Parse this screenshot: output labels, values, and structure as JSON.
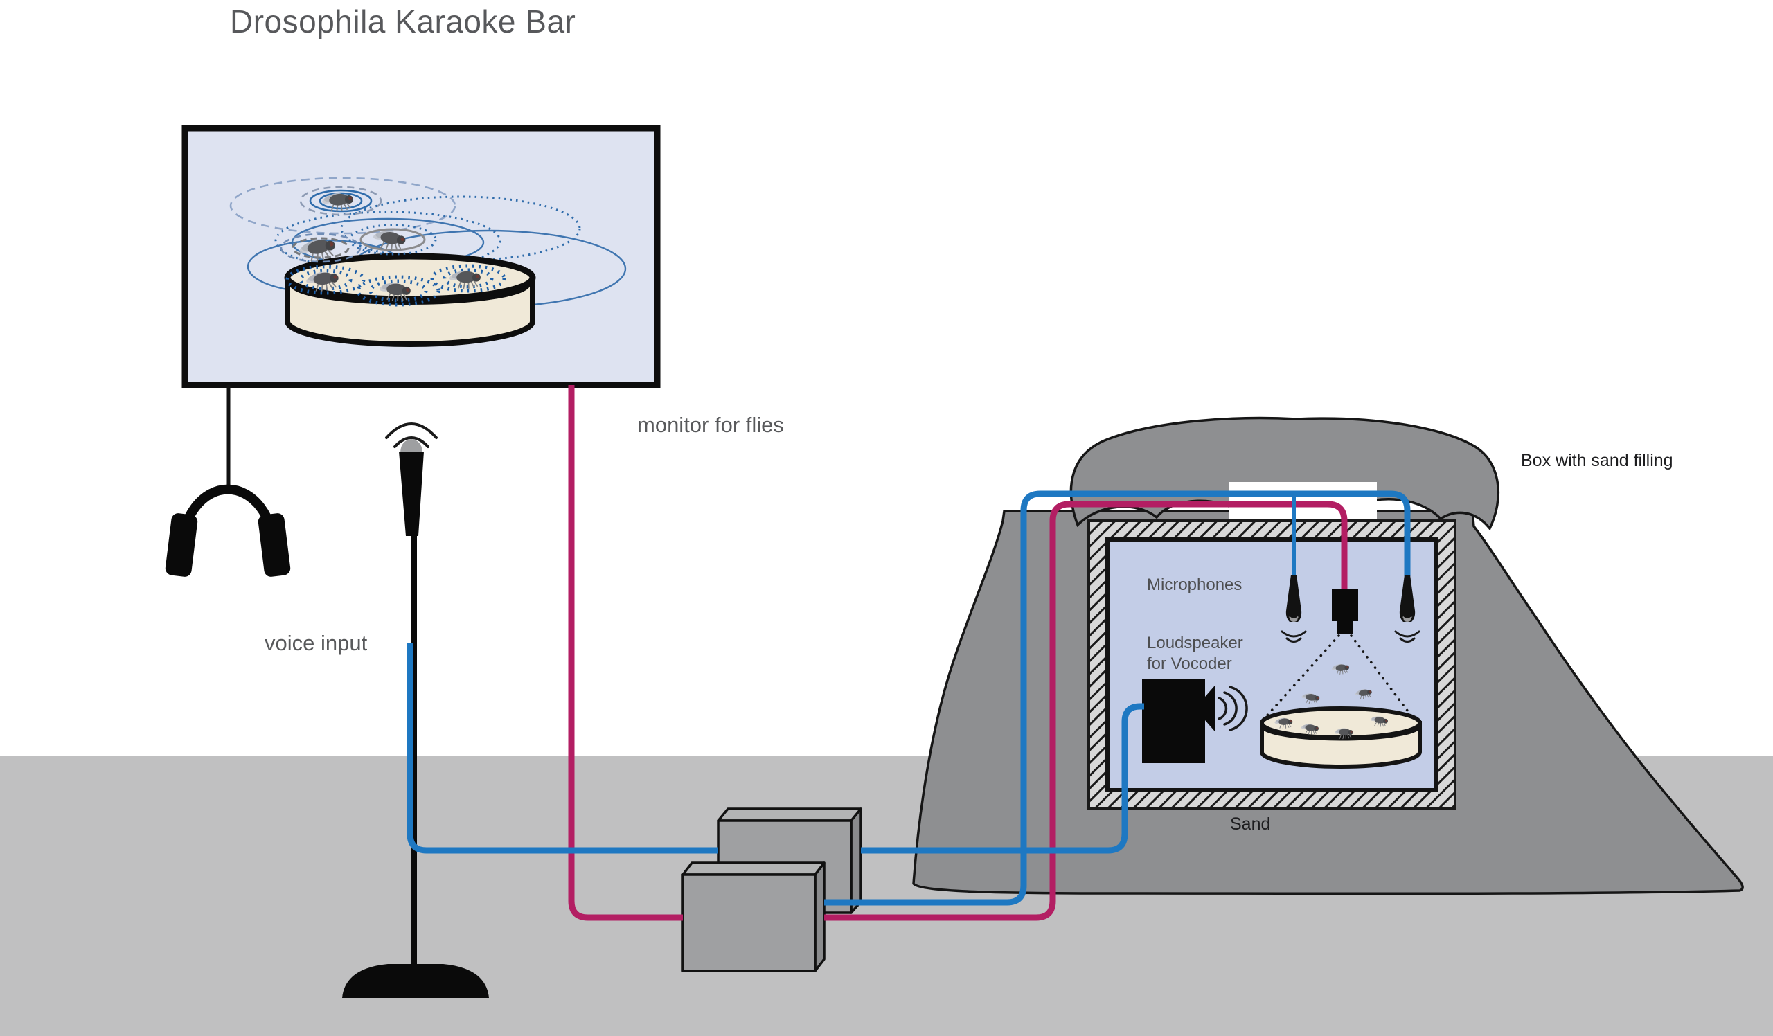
{
  "title": "Drosophila Karaoke Bar",
  "labels": {
    "monitor": "monitor for flies",
    "voice_input": "voice input",
    "box_filling": "Box with sand filling",
    "microphones": "Microphones",
    "loudspeaker_line1": "Loudspeaker",
    "loudspeaker_line2": "for Vocoder",
    "sand": "Sand"
  },
  "colors": {
    "cable_blue": "#1e78c2",
    "cable_magenta": "#b31e63",
    "cable_black": "#111111",
    "monitor_screen": "#dee3f1",
    "chamber_interior": "#c3cde7",
    "petri_dish": "#f0e9d8",
    "floor": "#c0c0c1",
    "sand_mound": "#8e8f91",
    "hatch_fill": "#d8d8d8",
    "label_gray": "#58595b",
    "label_dark": "#1d1d1f"
  },
  "icons": [
    "headphones-icon",
    "microphone-icon",
    "mic-stand-icon",
    "petri-dish-icon",
    "fly-icon",
    "loudspeaker-icon",
    "camera-icon",
    "hanging-microphone-icon",
    "sound-wave-icon",
    "equipment-box-icon",
    "sound-ripple-icon",
    "sand-mound-icon"
  ]
}
